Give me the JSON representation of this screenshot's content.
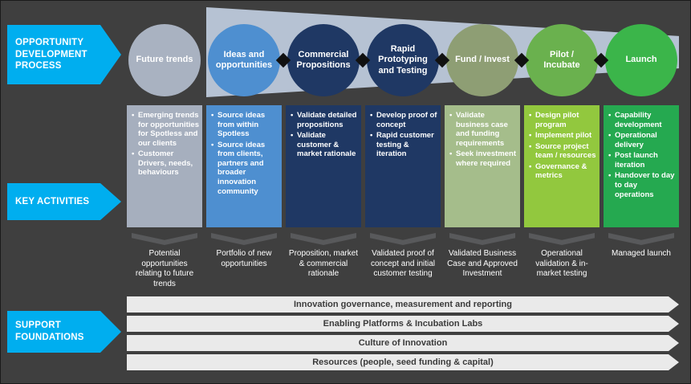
{
  "colors": {
    "background": "#3F3F3F",
    "rail_blue": "#00AEEF",
    "funnel_band": "#B6C2D3",
    "connector_diamond": "#111111",
    "chevron_gray": "#58595B",
    "foundation_bar_bg": "#EAEAEA",
    "foundation_bar_text": "#3B3B3B"
  },
  "sidebar": {
    "process": "OPPORTUNITY DEVELOPMENT PROCESS",
    "key_activities": "KEY ACTIVITIES",
    "support_foundations": "SUPPORT FOUNDATIONS"
  },
  "stages": [
    {
      "name": "Future trends",
      "circle_color": "#A9B2C1",
      "box_color": "#A6AFBE",
      "activities": [
        "Emerging trends for opportunities for Spotless and our clients",
        "Customer Drivers, needs, behaviours"
      ],
      "outcome": "Potential opportunities relating to future trends"
    },
    {
      "name": "Ideas and opportunities",
      "circle_color": "#4E8FD0",
      "box_color": "#4E8FD0",
      "activities": [
        "Source ideas from within Spotless",
        "Source ideas from clients, partners and broader innovation community"
      ],
      "outcome": "Portfolio of new opportunities"
    },
    {
      "name": "Commercial Propositions",
      "circle_color": "#1F3864",
      "box_color": "#1F3864",
      "activities": [
        "Validate detailed propositions",
        "Validate customer & market rationale"
      ],
      "outcome": "Proposition, market & commercial rationale"
    },
    {
      "name": "Rapid Prototyping and Testing",
      "circle_color": "#1F3864",
      "box_color": "#1F3864",
      "activities": [
        "Develop proof of concept",
        "Rapid customer testing & iteration"
      ],
      "outcome": "Validated proof of concept and initial customer testing"
    },
    {
      "name": "Fund / Invest",
      "circle_color": "#8E9E74",
      "box_color": "#A5BD8B",
      "activities": [
        "Validate business case and funding requirements",
        "Seek investment where required"
      ],
      "outcome": "Validated Business Case and Approved Investment"
    },
    {
      "name": "Pilot / Incubate",
      "circle_color": "#6AB14E",
      "box_color": "#92C83E",
      "activities": [
        "Design pilot program",
        "Implement pilot",
        "Source project team / resources",
        "Governance & metrics"
      ],
      "outcome": "Operational validation & in-market testing"
    },
    {
      "name": "Launch",
      "circle_color": "#3BB54A",
      "box_color": "#25A950",
      "activities": [
        "Capability development",
        "Operational delivery",
        "Post launch iteration",
        "Handover to day to day operations"
      ],
      "outcome": "Managed launch"
    }
  ],
  "foundations": [
    "Innovation governance, measurement and reporting",
    "Enabling Platforms & Incubation Labs",
    "Culture of Innovation",
    "Resources (people, seed funding & capital)"
  ]
}
